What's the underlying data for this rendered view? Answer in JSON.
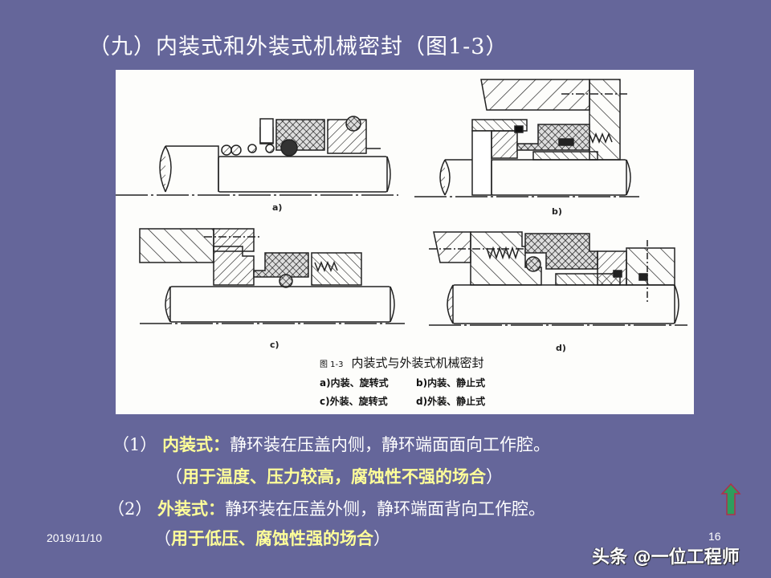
{
  "slide": {
    "title": "（九）内装式和外装式机械密封（图1-3）",
    "background_color": "#65669a",
    "highlight_color": "#ffff99"
  },
  "figure": {
    "sub_labels": [
      "a)",
      "b)",
      "c)",
      "d)"
    ],
    "caption_number": "图 1-3",
    "caption_title": "内装式与外装式机械密封",
    "legend": [
      [
        "a)内装、旋转式",
        "b)内装、静止式"
      ],
      [
        "c)外装、旋转式",
        "d)外装、静止式"
      ]
    ]
  },
  "points": [
    {
      "number": "（1）",
      "term": "内装式：",
      "description": "静环装在压盖内侧，静环端面面向工作腔。",
      "note_open": "（",
      "note": "用于温度、压力较高，腐蚀性不强的场合",
      "note_close": "）"
    },
    {
      "number": "（2）",
      "term": "外装式：",
      "description": "静环装在压盖外侧，静环端面背向工作腔。",
      "note_open": "（",
      "note": "用于低压、腐蚀性强的场合",
      "note_close": "）"
    }
  ],
  "footer": {
    "date": "2019/11/10",
    "page_number": "16",
    "watermark": "头条 @一位工程师"
  },
  "nav": {
    "up_arrow_icon": "up-arrow",
    "arrow_fill": "#2e9e5e",
    "arrow_stroke": "#b0304a"
  }
}
